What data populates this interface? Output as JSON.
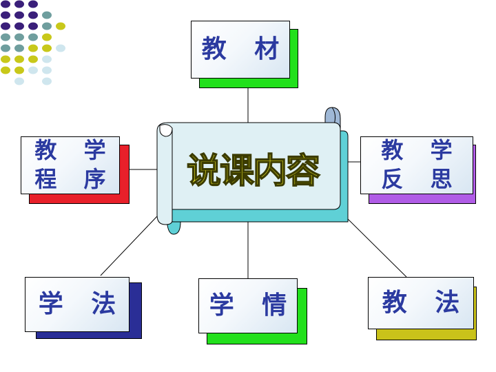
{
  "center": {
    "title": "说课内容"
  },
  "nodes": [
    {
      "id": "textbook",
      "label": "教 材"
    },
    {
      "id": "procedure",
      "label": "教 学\n程 序"
    },
    {
      "id": "reflection",
      "label": "教 学\n反 思"
    },
    {
      "id": "study-method",
      "label": "学 法"
    },
    {
      "id": "student-situation",
      "label": "学 情"
    },
    {
      "id": "teaching-method",
      "label": "教 法"
    }
  ],
  "colors": {
    "label_text": "#2b3aa0",
    "center_text": "#f3ef2a",
    "textbook_shadow": "#22e01c",
    "procedure_shadow": "#e8202a",
    "reflection_shadow": "#b05ce6",
    "study_method_shadow": "#2a2e96",
    "student_situation_shadow": "#22e01c",
    "teaching_method_shadow": "#c9c21a",
    "scroll_back": "#5fd0d6",
    "scroll_front": "#dff0f4",
    "dot_purple": "#3a1f7a",
    "dot_teal": "#6f9e9e",
    "dot_yellow": "#c8c81a",
    "dot_lightblue": "#cfe6ee"
  }
}
